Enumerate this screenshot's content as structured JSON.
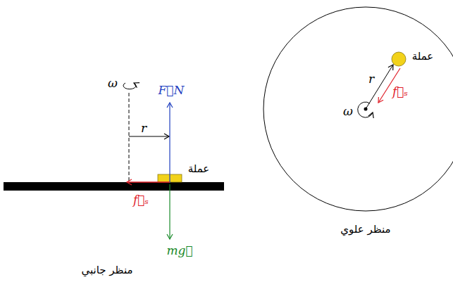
{
  "diagram": {
    "labels": [
      "ω",
      "r",
      "F⃗N",
      "عملة",
      "f⃗ₛ",
      "mg⃗",
      "منظر جانبي",
      "عملة",
      "r",
      "f⃗ₛ",
      "ω",
      "منظر علوي"
    ]
  }
}
